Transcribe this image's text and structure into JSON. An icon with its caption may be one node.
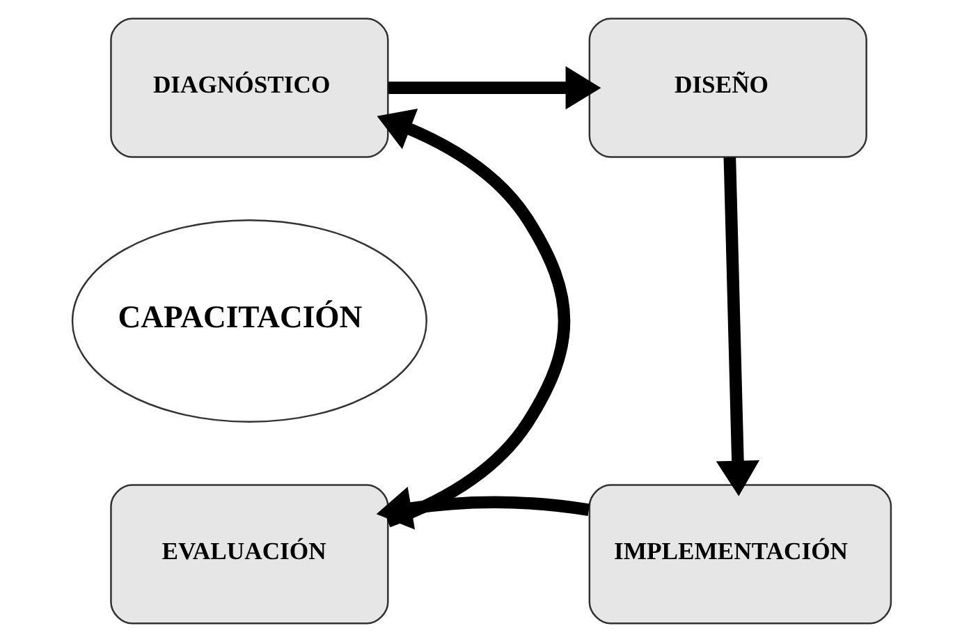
{
  "diagram": {
    "nodes": [
      {
        "text": [
          "DIAGNÓSTICO"
        ]
      },
      {
        "text": [
          "DISEÑO"
        ]
      },
      {
        "text": [
          "CAPACITACIÓN"
        ]
      },
      {
        "text": [
          "EVALUACIÓN"
        ]
      },
      {
        "text": [
          "IMPLEMENTACIÓN"
        ]
      }
    ],
    "edges": [
      {
        "from": 0,
        "to": 1,
        "arrow": "to"
      },
      {
        "from": 1,
        "to": 4,
        "arrow": "to"
      },
      {
        "from": 4,
        "to": 3,
        "arrow": "to"
      },
      {
        "from": 3,
        "to": 0,
        "arrow": "to"
      }
    ]
  }
}
